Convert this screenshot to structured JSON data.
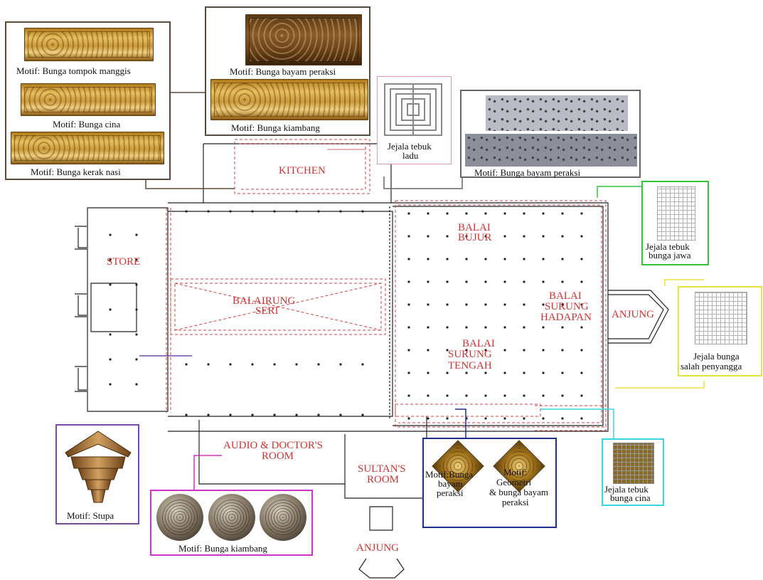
{
  "rooms": {
    "kitchen": "KITCHEN",
    "store": "STORE",
    "balai_bujur_1": "BALAI",
    "balai_bujur_2": "BUJUR",
    "balairung_1": "BALAIRUNG",
    "balairung_2": "SERI",
    "surung_hadapan_1": "BALAI",
    "surung_hadapan_2": "SURUNG",
    "surung_hadapan_3": "HADAPAN",
    "anjung_right": "ANJUNG",
    "surung_tengah_1": "BALAI",
    "surung_tengah_2": "SURUNG",
    "surung_tengah_3": "TENGAH",
    "audio_1": "AUDIO & DOCTOR'S",
    "audio_2": "ROOM",
    "sultan_1": "SULTAN'S",
    "sultan_2": "ROOM",
    "anjung_bottom": "ANJUNG"
  },
  "captions": {
    "tompok": "Motif: Bunga tompok manggis",
    "cina": "Motif: Bunga cina",
    "kerak": "Motif: Bunga kerak nasi",
    "bayam_top": "Motif: Bunga bayam peraksi",
    "kiambang_top": "Motif: Bunga kiambang",
    "ladu_1": "Jejala tebuk",
    "ladu_2": "ladu",
    "bayam_grey": "Motif: Bunga bayam peraksi",
    "jawa_1": "Jejala tebuk",
    "jawa_2": "bunga jawa",
    "salah_1": "Jejala bunga",
    "salah_2": "salah penyangga",
    "stupa": "Motif: Stupa",
    "kiambang_bottom": "Motif: Bunga kiambang",
    "bayam_diamond_1": "Motif:Bunga",
    "bayam_diamond_2": "bayam",
    "bayam_diamond_3": "peraksi",
    "geometri_1": "Motif:",
    "geometri_2": "Geometri",
    "geometri_3": "& bunga bayam",
    "geometri_4": "peraksi",
    "tebuk_cina_1": "Jejala tebuk",
    "tebuk_cina_2": "bunga cina"
  },
  "colors": {
    "room_label": "#d03232",
    "frame_brown": "#5a4a3a",
    "frame_pink": "#e39aa6",
    "frame_grey": "#666666",
    "frame_green": "#35c43a",
    "frame_yellow": "#e9e23a",
    "frame_purple": "#7a4aa8",
    "frame_magenta": "#cc33cc",
    "frame_navy": "#202c90",
    "frame_cyan": "#39d6e0"
  }
}
